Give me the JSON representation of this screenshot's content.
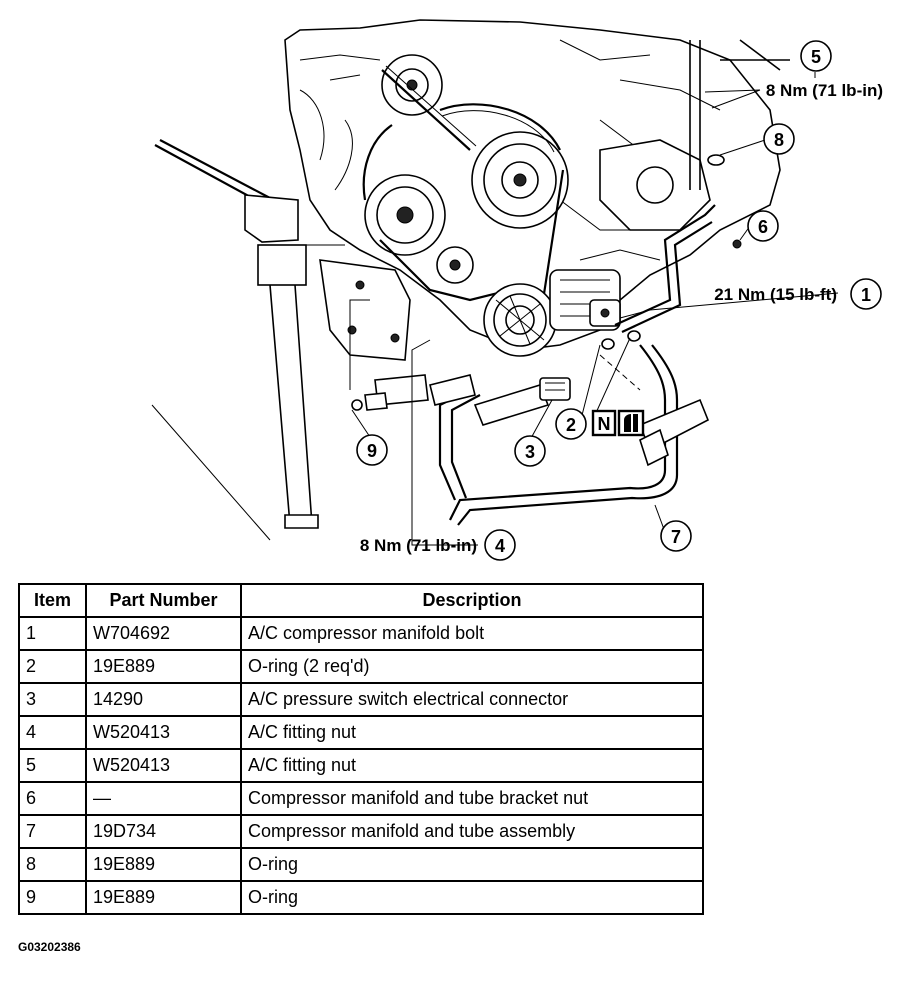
{
  "callouts": {
    "c1": {
      "num": "1",
      "torque": "21 Nm (15 lb-ft)"
    },
    "c2": {
      "num": "2",
      "symbol": "N"
    },
    "c3": {
      "num": "3"
    },
    "c4": {
      "num": "4",
      "torque": "8 Nm (71 lb-in)"
    },
    "c5": {
      "num": "5",
      "torque": "8 Nm (71 lb-in)"
    },
    "c6": {
      "num": "6"
    },
    "c7": {
      "num": "7"
    },
    "c8": {
      "num": "8"
    },
    "c9": {
      "num": "9"
    }
  },
  "table": {
    "headers": {
      "item": "Item",
      "part_number": "Part Number",
      "description": "Description"
    },
    "rows": [
      {
        "item": "1",
        "part_number": "W704692",
        "description": "A/C compressor manifold bolt"
      },
      {
        "item": "2",
        "part_number": "19E889",
        "description": "O-ring (2 req'd)"
      },
      {
        "item": "3",
        "part_number": "14290",
        "description": "A/C pressure switch electrical connector"
      },
      {
        "item": "4",
        "part_number": "W520413",
        "description": "A/C fitting nut"
      },
      {
        "item": "5",
        "part_number": "W520413",
        "description": "A/C fitting nut"
      },
      {
        "item": "6",
        "part_number": "—",
        "description": "Compressor manifold and tube bracket nut"
      },
      {
        "item": "7",
        "part_number": "19D734",
        "description": "Compressor manifold and tube assembly"
      },
      {
        "item": "8",
        "part_number": "19E889",
        "description": "O-ring"
      },
      {
        "item": "9",
        "part_number": "19E889",
        "description": "O-ring"
      }
    ]
  },
  "figure_id": "G03202386"
}
